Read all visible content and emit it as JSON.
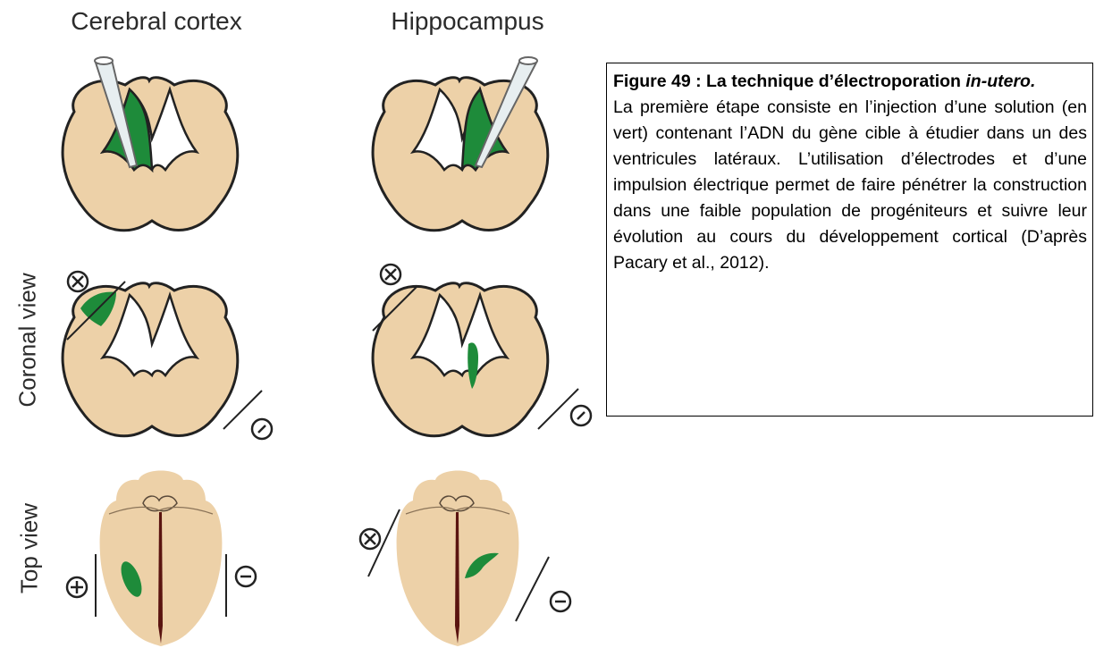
{
  "columns": {
    "cortex": "Cerebral cortex",
    "hippocampus": "Hippocampus"
  },
  "rows": {
    "coronal": "Coronal view",
    "top": "Top view"
  },
  "electrodes": {
    "positive": "+",
    "negative": "−",
    "cross": "×"
  },
  "colors": {
    "tissue": "#EDD1A8",
    "injection": "#1E8B3A",
    "outline": "#222222",
    "midline": "#5A1410"
  },
  "caption": {
    "title_bold": "Figure 49 : La technique d’électroporation ",
    "title_italic": "in-utero.",
    "body": "La première étape consiste en l’injection d’une solution (en vert) contenant l’ADN du gène cible à étudier dans un des ventricules latéraux. L’utilisation d’électrodes et d’une impulsion électrique permet de faire pénétrer la construction dans une faible population de progéniteurs et suivre leur évolution au cours du développement cortical (D’après Pacary et al., 2012)."
  }
}
